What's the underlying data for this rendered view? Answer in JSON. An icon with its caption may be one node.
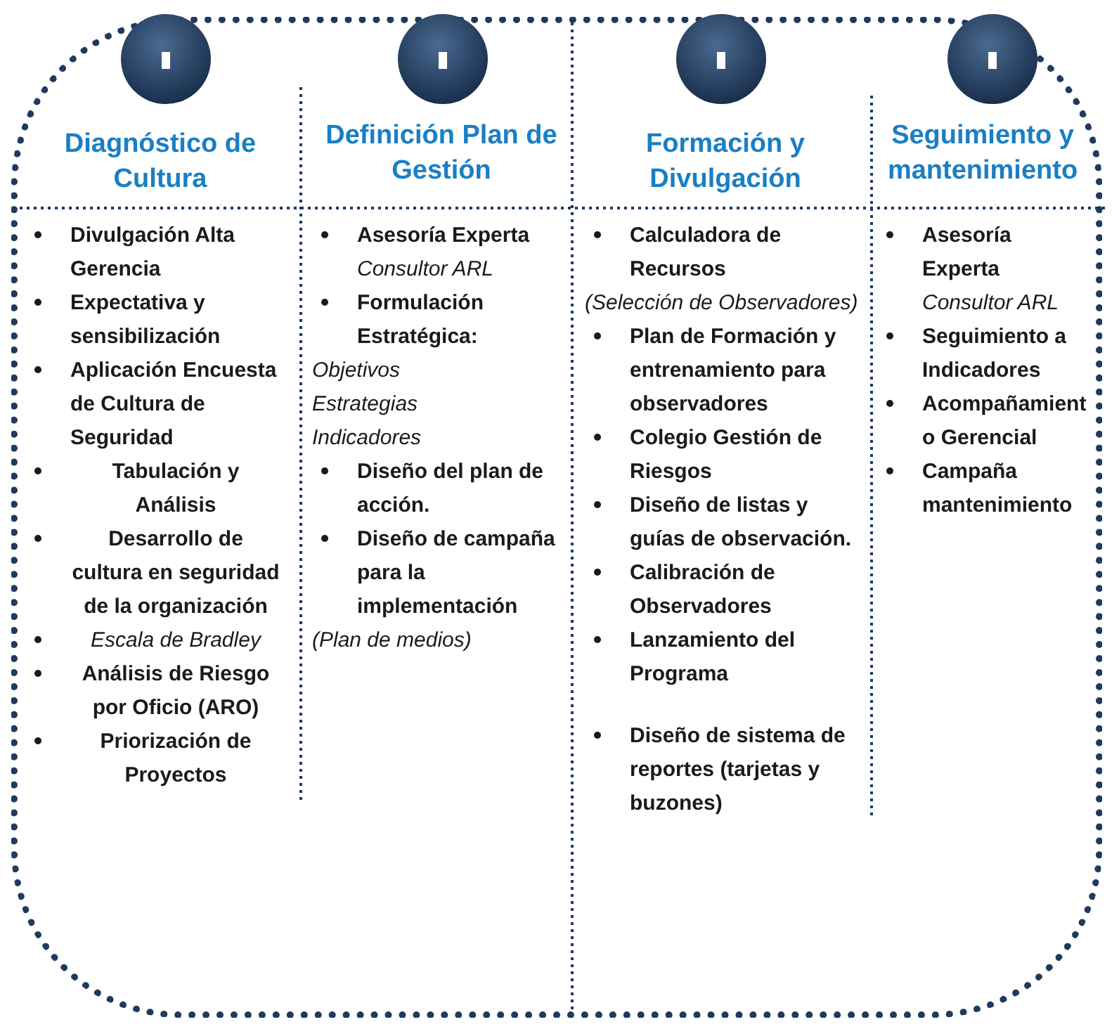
{
  "diagram": {
    "nodes": [
      {
        "text": [],
        "shape": "box"
      },
      {
        "text": [],
        "shape": "circle",
        "in": 0,
        "beside": [
          "Diagnóstico de Cultura"
        ]
      },
      {
        "text": [],
        "shape": "circle",
        "in": 0,
        "beside": [
          "Definición Plan de Gestión"
        ]
      },
      {
        "text": [],
        "shape": "circle",
        "in": 0,
        "beside": [
          "Formación y Divulgación"
        ]
      },
      {
        "text": [],
        "shape": "circle",
        "in": 0,
        "beside": [
          "Seguimiento y mantenimiento"
        ]
      }
    ],
    "labels": [
      "Divulgación Alta Gerencia",
      "Expectativa y sensibilización",
      "Aplicación Encuesta de Cultura de Seguridad",
      "Tabulación y Análisis",
      "Desarrollo de cultura en seguridad de la organización",
      "Escala de Bradley",
      "Análisis de Riesgo por Oficio (ARO)",
      "Priorización de Proyectos",
      "Asesoría Experta",
      "Consultor ARL",
      "Formulación Estratégica:",
      "Objetivos",
      "Estrategias",
      "Indicadores",
      "Diseño del plan de acción.",
      "Diseño de campaña para la implementación",
      "(Plan de medios)",
      "Calculadora de Recursos",
      "(Selección de Observadores)",
      "Plan de Formación y entrenamiento para observadores",
      "Colegio Gestión de Riesgos",
      "Diseño de listas y guías de observación.",
      "Calibración de Observadores",
      "Lanzamiento del Programa",
      "Diseño de sistema de reportes (tarjetas y buzones)",
      "Asesoría Experta",
      "Consultor ARL",
      "Seguimiento a Indicadores",
      "Acompañamiento Gerencial",
      "Campaña mantenimiento"
    ]
  }
}
